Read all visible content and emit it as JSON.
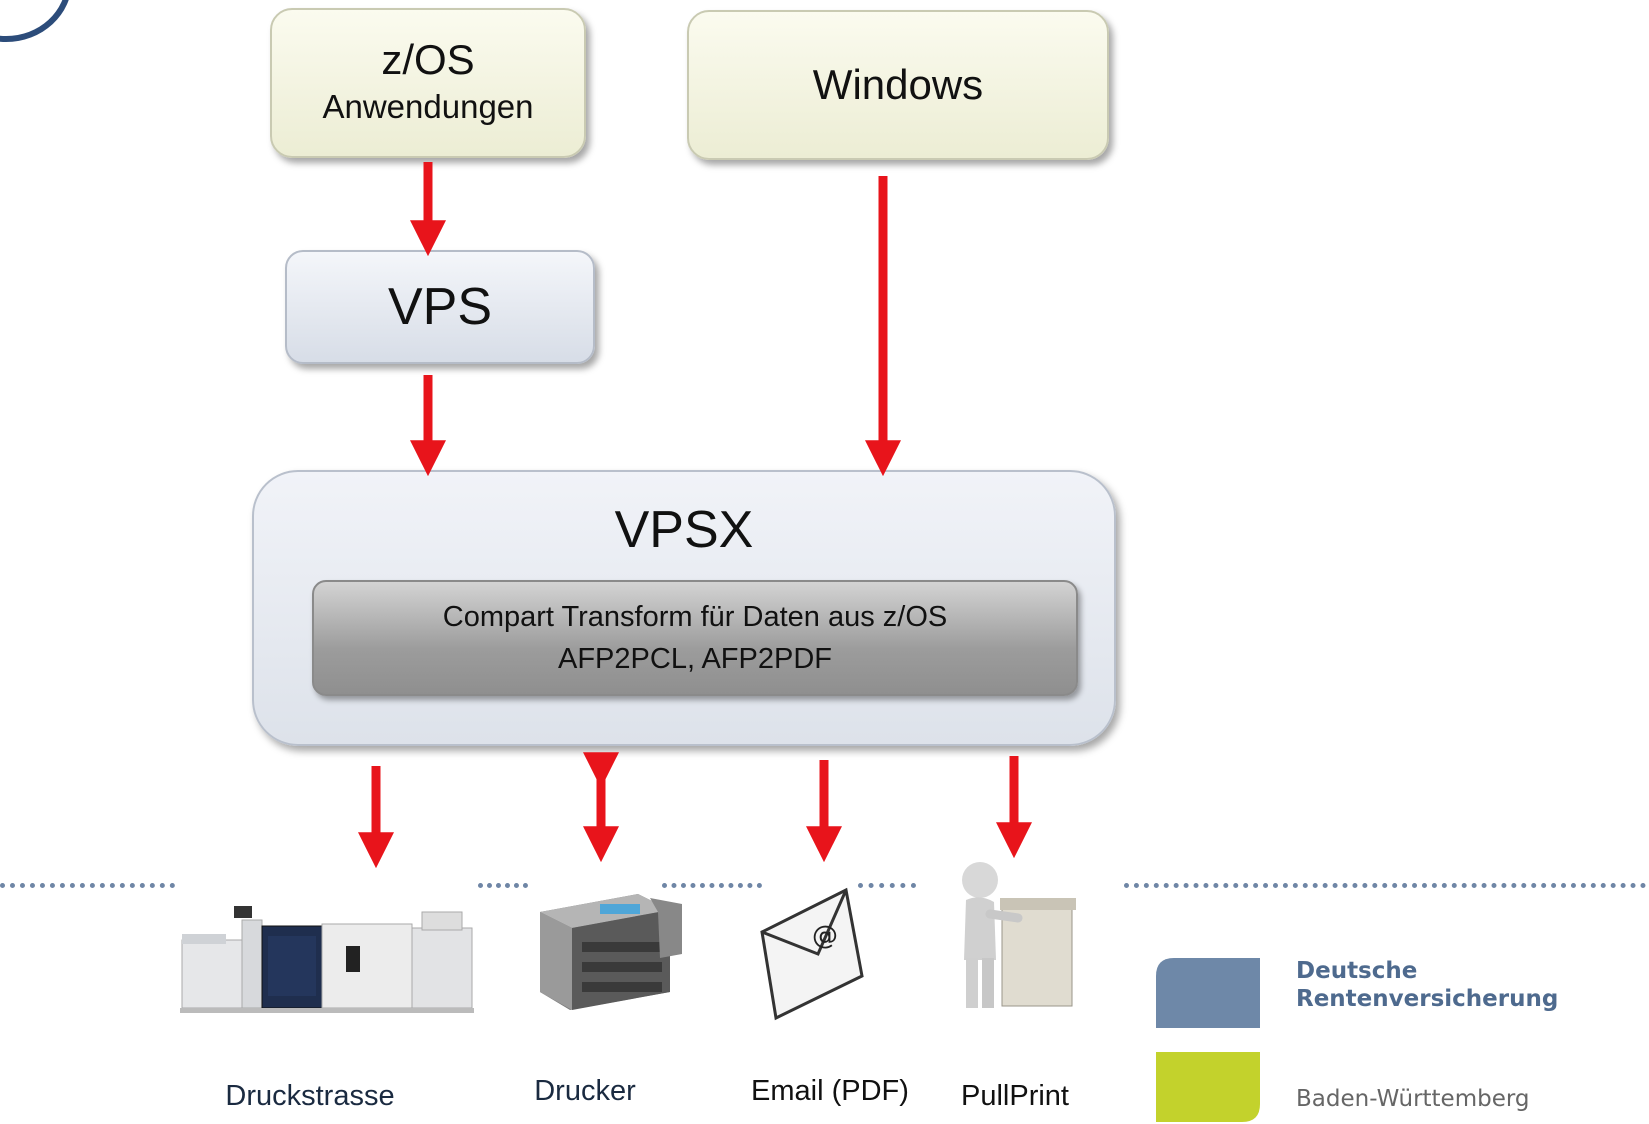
{
  "boxes": {
    "zos_line1": "z/OS",
    "zos_line2": "Anwendungen",
    "windows": "Windows",
    "vps": "VPS",
    "vpsx": "VPSX",
    "transform_line1": "Compart Transform für Daten aus z/OS",
    "transform_line2": "AFP2PCL, AFP2PDF"
  },
  "outputs": {
    "druckstrasse": "Druckstrasse",
    "drucker": "Drucker",
    "email": "Email (PDF)",
    "pullprint": "PullPrint"
  },
  "email_symbol": "@",
  "logo": {
    "line1": "Deutsche",
    "line2": "Rentenversicherung",
    "line3": "Baden-Württemberg"
  },
  "colors": {
    "arrow": "#e8141b",
    "dots": "#6f86a6",
    "logo_blue": "#6e88a8",
    "logo_green": "#c3d22c"
  },
  "icons": [
    "printing-press-icon",
    "printer-icon",
    "email-envelope-icon",
    "pullprint-person-icon",
    "drv-logo-icon"
  ]
}
